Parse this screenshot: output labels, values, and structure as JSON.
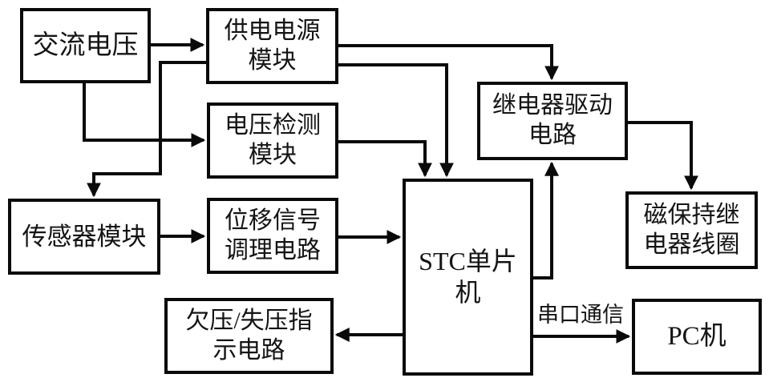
{
  "diagram": {
    "colors": {
      "background": "#ffffff",
      "line": "#0a0a0a",
      "text": "#141414"
    },
    "blocks": [
      {
        "id": "ac-voltage",
        "label": "交流电压"
      },
      {
        "id": "power-supply-module",
        "label": "供电电源\n模块"
      },
      {
        "id": "voltage-detection-module",
        "label": "电压检测\n模块"
      },
      {
        "id": "sensor-module",
        "label": "传感器模块"
      },
      {
        "id": "displacement-signal-conditioning",
        "label": "位移信号\n调理电路"
      },
      {
        "id": "stc-mcu",
        "label": "STC单片\n机"
      },
      {
        "id": "relay-drive-circuit",
        "label": "继电器驱动\n电路"
      },
      {
        "id": "magnetic-latching-relay-coil",
        "label": "磁保持继\n电器线圈"
      },
      {
        "id": "undervoltage-loss-indicator",
        "label": "欠压/失压指\n示电路"
      },
      {
        "id": "pc",
        "label": "PC机"
      }
    ],
    "edge_label": "串口通信",
    "connections": [
      {
        "from": "ac-voltage",
        "to": "power-supply-module"
      },
      {
        "from": "ac-voltage",
        "to": "voltage-detection-module"
      },
      {
        "from": "power-supply-module",
        "to": "sensor-module"
      },
      {
        "from": "power-supply-module",
        "to": "relay-drive-circuit"
      },
      {
        "from": "power-supply-module",
        "to": "stc-mcu"
      },
      {
        "from": "voltage-detection-module",
        "to": "stc-mcu"
      },
      {
        "from": "sensor-module",
        "to": "displacement-signal-conditioning"
      },
      {
        "from": "displacement-signal-conditioning",
        "to": "stc-mcu"
      },
      {
        "from": "stc-mcu",
        "to": "relay-drive-circuit"
      },
      {
        "from": "relay-drive-circuit",
        "to": "magnetic-latching-relay-coil"
      },
      {
        "from": "stc-mcu",
        "to": "undervoltage-loss-indicator"
      },
      {
        "from": "stc-mcu",
        "to": "pc",
        "label": "串口通信"
      }
    ]
  }
}
